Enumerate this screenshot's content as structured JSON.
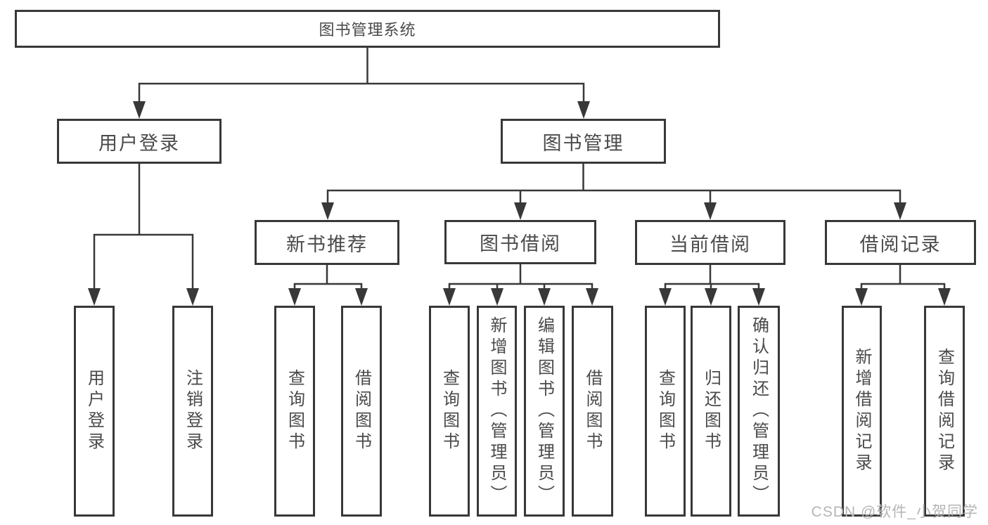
{
  "tree": {
    "root": {
      "label": "图书管理系统",
      "children": [
        {
          "label": "用户登录",
          "children": [
            {
              "label": "用户登录"
            },
            {
              "label": "注销登录"
            }
          ]
        },
        {
          "label": "图书管理",
          "children": [
            {
              "label": "新书推荐",
              "children": [
                {
                  "label": "查询图书"
                },
                {
                  "label": "借阅图书"
                }
              ]
            },
            {
              "label": "图书借阅",
              "children": [
                {
                  "label": "查询图书"
                },
                {
                  "label": "新增图书（管理员）"
                },
                {
                  "label": "编辑图书（管理员）"
                },
                {
                  "label": "借阅图书"
                }
              ]
            },
            {
              "label": "当前借阅",
              "children": [
                {
                  "label": "查询图书"
                },
                {
                  "label": "归还图书"
                },
                {
                  "label": "确认归还（管理员）"
                }
              ]
            },
            {
              "label": "借阅记录",
              "children": [
                {
                  "label": "新增借阅记录"
                },
                {
                  "label": "查询借阅记录"
                }
              ]
            }
          ]
        }
      ]
    }
  },
  "watermark": {
    "text": "CSDN @软件_小贺同学"
  },
  "colors": {
    "line": "#383838",
    "text": "#4a4a4a",
    "watermark": "#b5b5b5",
    "background": "#ffffff"
  }
}
